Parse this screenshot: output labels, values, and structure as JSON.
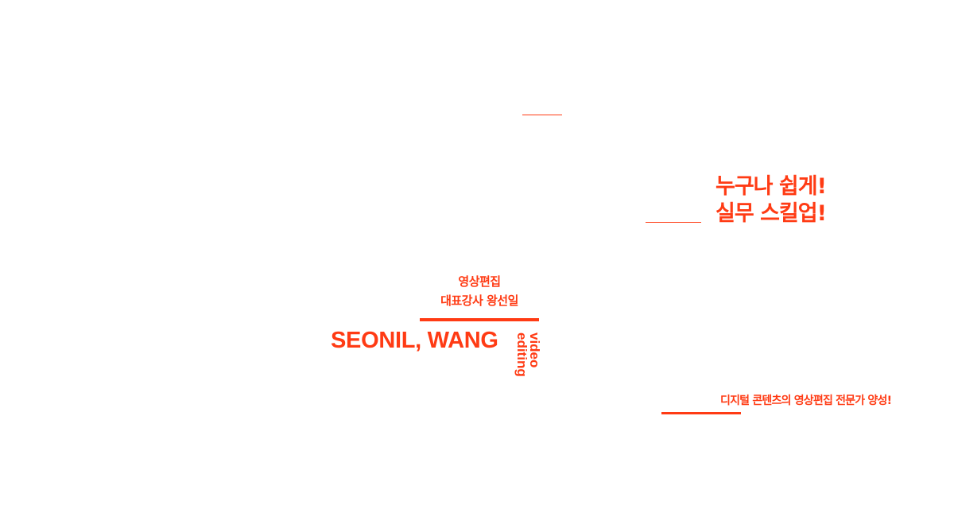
{
  "headline": {
    "line1": "누구나 쉽게!",
    "line2": "실무 스킬업!"
  },
  "instructor": {
    "subject": "영상편집",
    "title": "대표강사 왕선일",
    "name_en": "SEONIL, WANG",
    "vertical_line1": "video",
    "vertical_line2": "editing"
  },
  "tagline": "디지털 콘텐츠의 영상편집 전문가 양성!",
  "colors": {
    "accent": "#ff3b14",
    "background": "#ffffff"
  }
}
